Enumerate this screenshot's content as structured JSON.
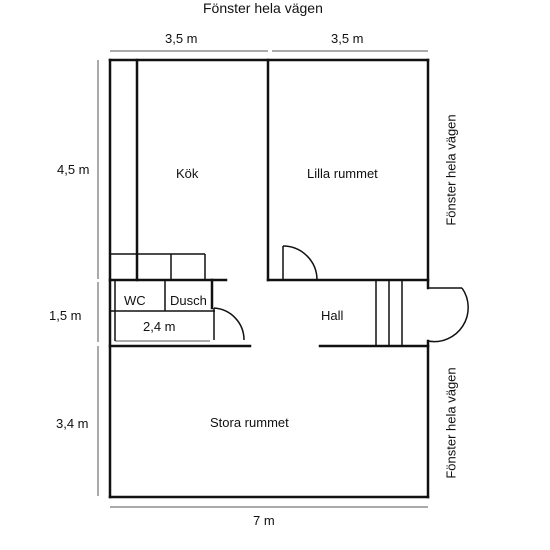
{
  "labels": {
    "window_top": "Fönster hela vägen",
    "window_right_upper": "Fönster hela vägen",
    "window_right_lower": "Fönster hela vägen"
  },
  "dimensions": {
    "top_left": "3,5 m",
    "top_right": "3,5 m",
    "left_upper": "4,5 m",
    "left_middle": "1,5 m",
    "left_lower": "3,4 m",
    "bottom": "7 m",
    "inner": "2,4 m"
  },
  "rooms": {
    "kok": "Kök",
    "lilla_rummet": "Lilla rummet",
    "wc": "WC",
    "dusch": "Dusch",
    "hall": "Hall",
    "stora_rummet": "Stora rummet"
  },
  "colors": {
    "wall": "#111111",
    "dim_line": "#555555"
  }
}
